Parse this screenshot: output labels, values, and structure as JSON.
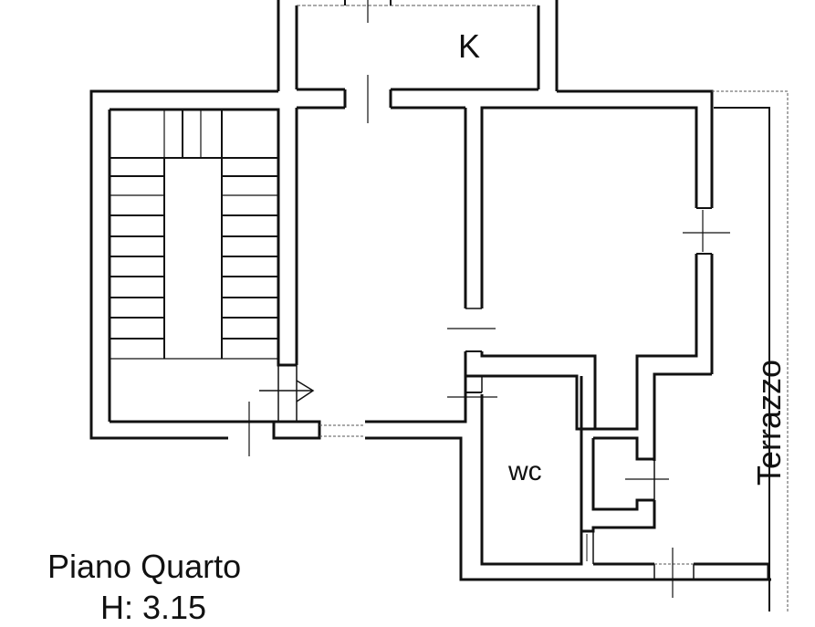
{
  "plan": {
    "title": "Piano Quarto",
    "height_label": "H: 3.15",
    "rooms": {
      "storage": "K",
      "bathroom": "WC",
      "terrace": "Terrazzo"
    },
    "colors": {
      "wall": "#111111",
      "background": "#ffffff",
      "dashed": "#555555"
    }
  }
}
